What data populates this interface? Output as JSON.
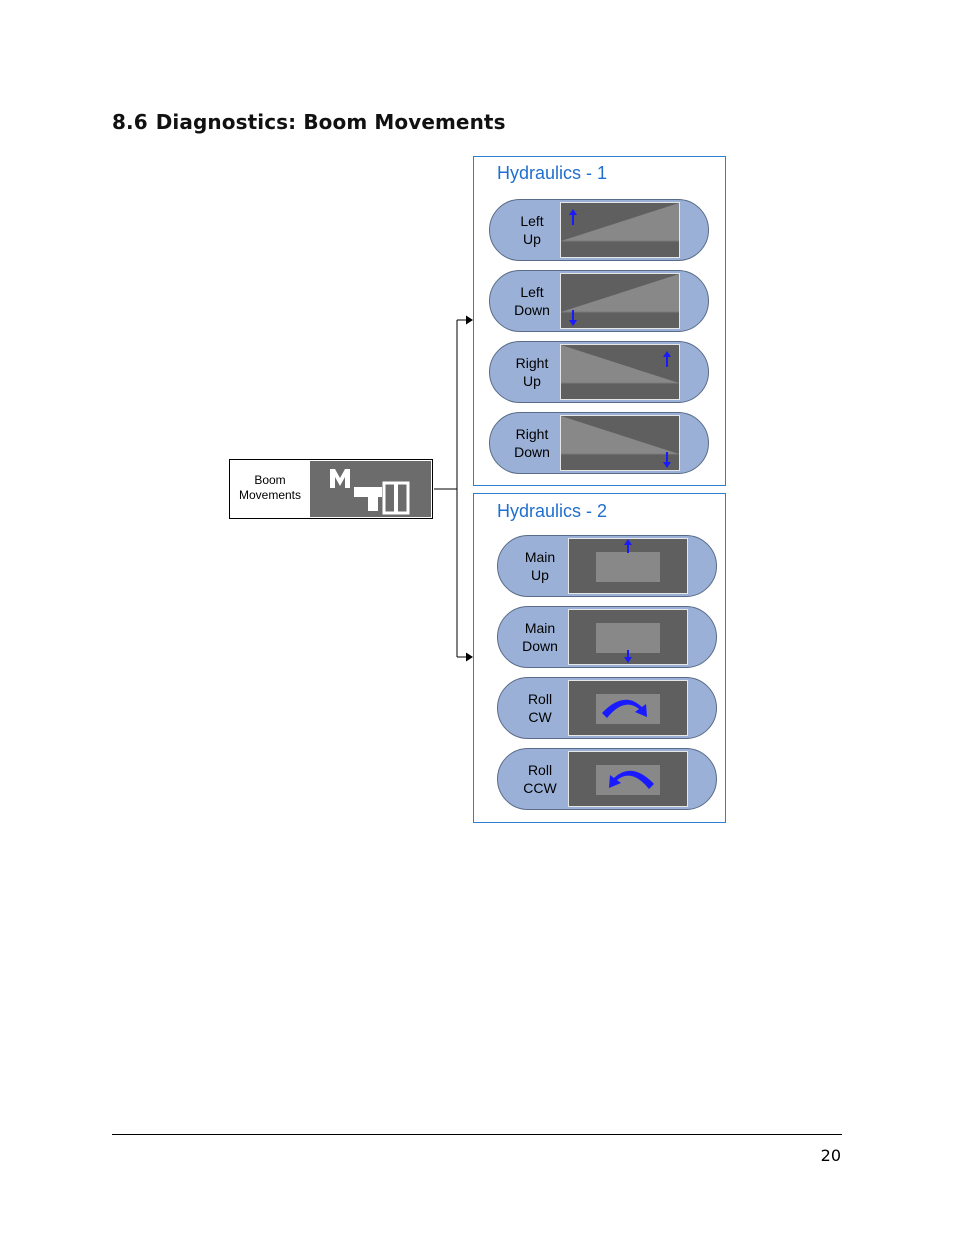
{
  "heading": {
    "number": "8.6",
    "title": "Diagnostics: Boom Movements"
  },
  "source": {
    "label_line1": "Boom",
    "label_line2": "Movements",
    "icon": "boom-movements-icon"
  },
  "panels": [
    {
      "title": "Hydraulics - 1",
      "buttons": [
        {
          "line1": "Left",
          "line2": "Up",
          "icon": "left-up-icon"
        },
        {
          "line1": "Left",
          "line2": "Down",
          "icon": "left-down-icon"
        },
        {
          "line1": "Right",
          "line2": "Up",
          "icon": "right-up-icon"
        },
        {
          "line1": "Right",
          "line2": "Down",
          "icon": "right-down-icon"
        }
      ]
    },
    {
      "title": "Hydraulics - 2",
      "buttons": [
        {
          "line1": "Main",
          "line2": "Up",
          "icon": "main-up-icon"
        },
        {
          "line1": "Main",
          "line2": "Down",
          "icon": "main-down-icon"
        },
        {
          "line1": "Roll",
          "line2": "CW",
          "icon": "roll-cw-icon"
        },
        {
          "line1": "Roll",
          "line2": "CCW",
          "icon": "roll-ccw-icon"
        }
      ]
    }
  ],
  "colors": {
    "accent": "#1f6fcf",
    "button": "#9ab0d6",
    "arrow": "#1a1aff"
  },
  "footer": {
    "page_number": "20"
  }
}
